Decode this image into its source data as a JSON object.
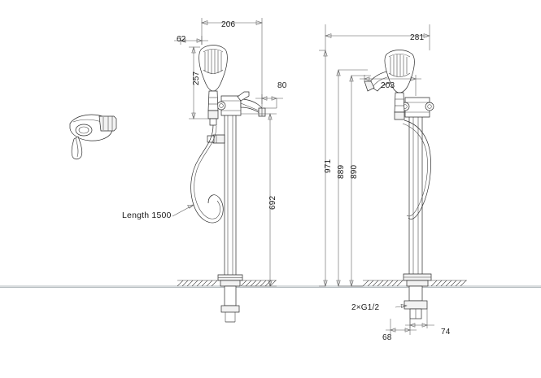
{
  "drawing": {
    "title": "Floor standing bath shower mixer technical drawing",
    "background_color": "#ffffff",
    "line_color": "#2b2b2b",
    "floor_line_color": "#9aa3a8"
  },
  "dimensions": {
    "left_view": [
      {
        "id": "dim-206",
        "value": "206",
        "orientation": "horizontal"
      },
      {
        "id": "dim-62",
        "value": "62",
        "orientation": "horizontal"
      },
      {
        "id": "dim-257",
        "value": "257",
        "orientation": "vertical"
      },
      {
        "id": "dim-80",
        "value": "80",
        "orientation": "horizontal"
      },
      {
        "id": "dim-692",
        "value": "692",
        "orientation": "vertical"
      }
    ],
    "right_view": [
      {
        "id": "dim-281",
        "value": "281",
        "orientation": "horizontal"
      },
      {
        "id": "dim-203",
        "value": "203",
        "orientation": "horizontal"
      },
      {
        "id": "dim-971",
        "value": "971",
        "orientation": "vertical"
      },
      {
        "id": "dim-889",
        "value": "889",
        "orientation": "vertical"
      },
      {
        "id": "dim-890",
        "value": "890",
        "orientation": "vertical"
      },
      {
        "id": "dim-68",
        "value": "68",
        "orientation": "horizontal"
      },
      {
        "id": "dim-74",
        "value": "74",
        "orientation": "horizontal"
      }
    ]
  },
  "labels": {
    "hose_length": "Length 1500",
    "thread_spec": "2×G1/2"
  }
}
